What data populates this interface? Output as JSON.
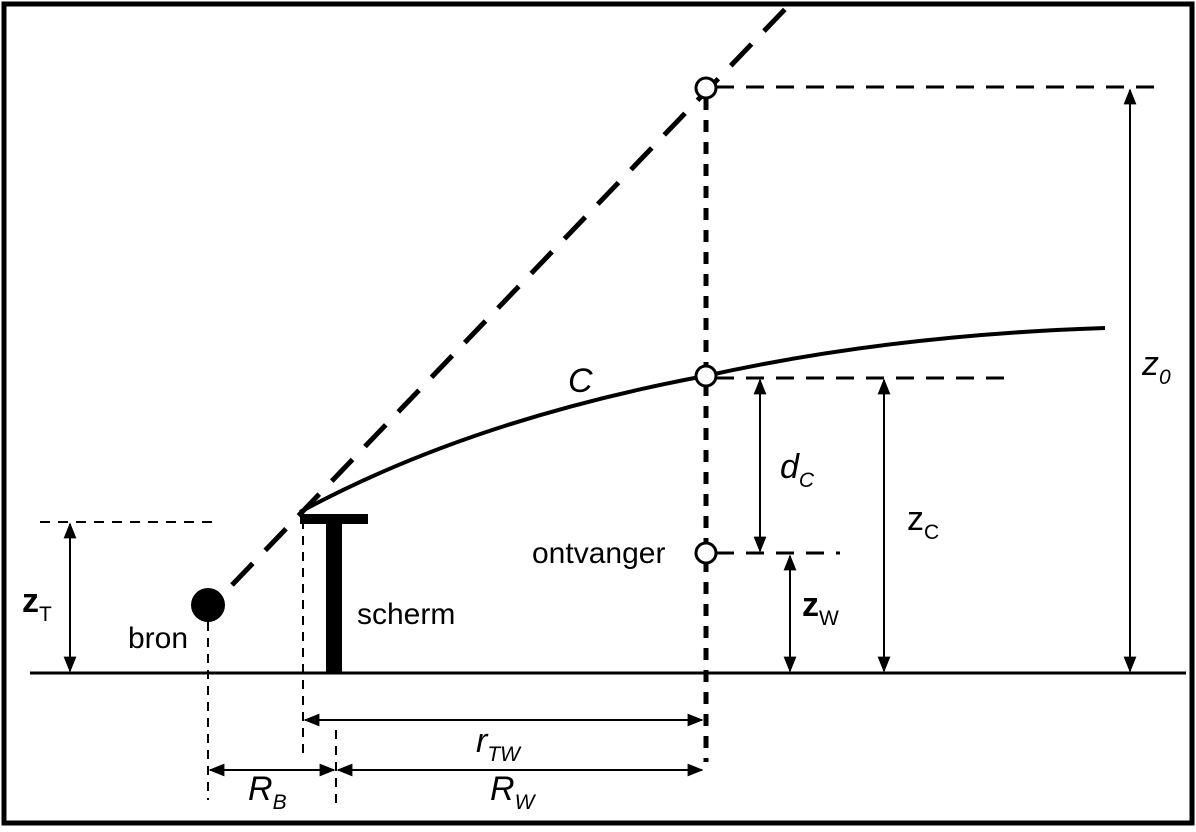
{
  "labels": {
    "source": "bron",
    "screen": "scherm",
    "receiver": "ontvanger",
    "curve": "C"
  },
  "symbols": {
    "z_T": {
      "main": "z",
      "sub": "T"
    },
    "z_W": {
      "main": "z",
      "sub": "W"
    },
    "z_C": {
      "main": "z",
      "sub": "C"
    },
    "z_0": {
      "main": "z",
      "sub": "0"
    },
    "d_C": {
      "main": "d",
      "sub": "C"
    },
    "r_TW": {
      "main": "r",
      "sub": "TW"
    },
    "R_B": {
      "main": "R",
      "sub": "B"
    },
    "R_W": {
      "main": "R",
      "sub": "W"
    }
  },
  "colors": {
    "ink": "#000000",
    "background": "#ffffff"
  }
}
